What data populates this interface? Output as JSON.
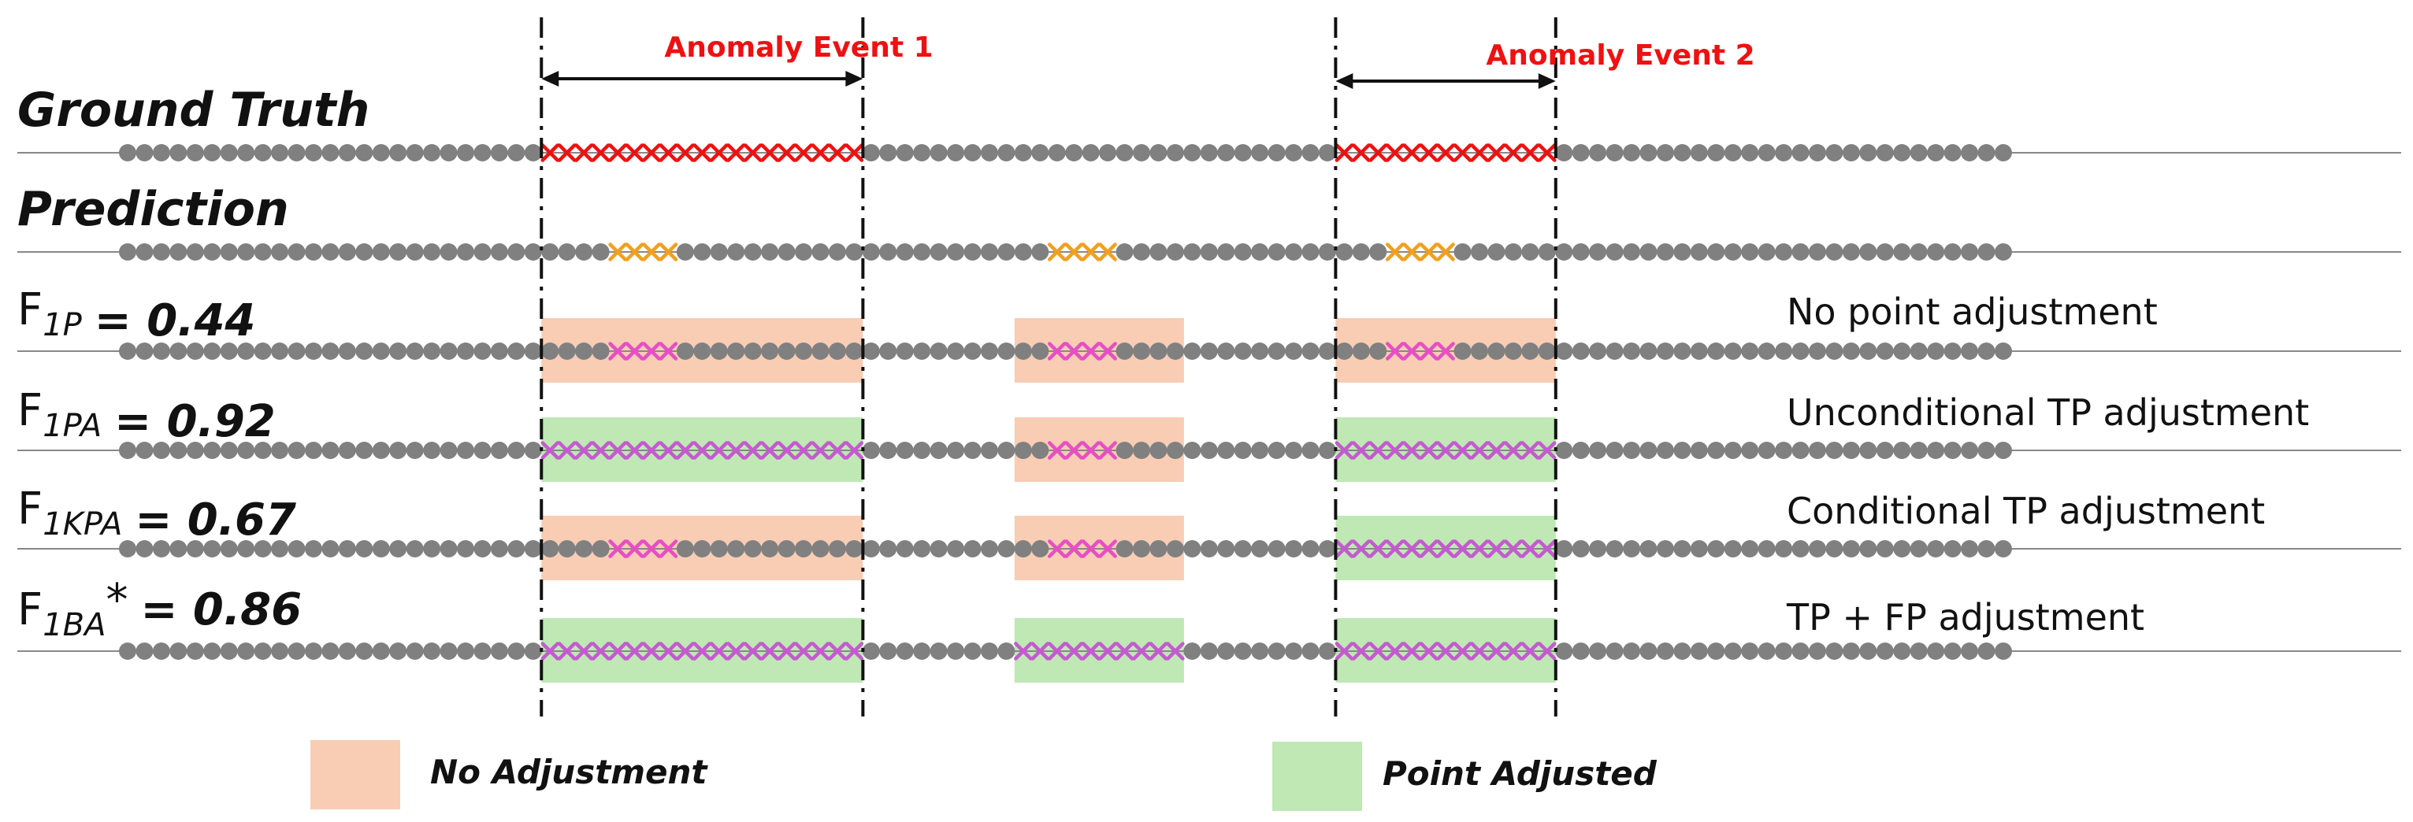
{
  "diagram": {
    "events": [
      {
        "label": "Anomaly Event 1",
        "start": 25,
        "end": 43
      },
      {
        "label": "Anomaly Event 2",
        "start": 72,
        "end": 84
      }
    ],
    "series_length": 112,
    "rows": [
      {
        "title": "Ground Truth",
        "marks": [
          {
            "from": 25,
            "to": 43,
            "color": "#ee1111"
          },
          {
            "from": 72,
            "to": 84,
            "color": "#ee1111"
          }
        ],
        "shades": []
      },
      {
        "title": "Prediction",
        "marks": [
          {
            "from": 29,
            "to": 32,
            "color": "#f0a020"
          },
          {
            "from": 55,
            "to": 58,
            "color": "#f0a020"
          },
          {
            "from": 75,
            "to": 78,
            "color": "#f0a020"
          }
        ],
        "shades": []
      },
      {
        "metric": "F",
        "subscript": "1P",
        "star": "",
        "value": "= 0.44",
        "desc": "No point adjustment",
        "marks": [
          {
            "from": 29,
            "to": 32,
            "color": "#e64fc4"
          },
          {
            "from": 55,
            "to": 58,
            "color": "#e64fc4"
          },
          {
            "from": 75,
            "to": 78,
            "color": "#e64fc4"
          }
        ],
        "shades": [
          {
            "from": 25,
            "to": 43,
            "kind": "none"
          },
          {
            "from": 53,
            "to": 62,
            "kind": "none"
          },
          {
            "from": 72,
            "to": 84,
            "kind": "none"
          }
        ]
      },
      {
        "metric": "F",
        "subscript": "1PA",
        "star": "",
        "value": "= 0.92",
        "desc": "Unconditional TP adjustment",
        "marks": [
          {
            "from": 25,
            "to": 43,
            "color": "#c55ad0"
          },
          {
            "from": 55,
            "to": 58,
            "color": "#e64fc4"
          },
          {
            "from": 72,
            "to": 84,
            "color": "#c55ad0"
          }
        ],
        "shades": [
          {
            "from": 25,
            "to": 43,
            "kind": "adjusted"
          },
          {
            "from": 53,
            "to": 62,
            "kind": "none"
          },
          {
            "from": 72,
            "to": 84,
            "kind": "adjusted"
          }
        ]
      },
      {
        "metric": "F",
        "subscript": "1KPA",
        "star": "",
        "value": "= 0.67",
        "desc": "Conditional TP adjustment",
        "marks": [
          {
            "from": 29,
            "to": 32,
            "color": "#e64fc4"
          },
          {
            "from": 55,
            "to": 58,
            "color": "#e64fc4"
          },
          {
            "from": 72,
            "to": 84,
            "color": "#c55ad0"
          }
        ],
        "shades": [
          {
            "from": 25,
            "to": 43,
            "kind": "none"
          },
          {
            "from": 53,
            "to": 62,
            "kind": "none"
          },
          {
            "from": 72,
            "to": 84,
            "kind": "adjusted"
          }
        ]
      },
      {
        "metric": "F",
        "subscript": "1BA",
        "star": "*",
        "value": "= 0.86",
        "desc": "TP + FP adjustment",
        "marks": [
          {
            "from": 25,
            "to": 43,
            "color": "#c55ad0"
          },
          {
            "from": 53,
            "to": 62,
            "color": "#c55ad0"
          },
          {
            "from": 72,
            "to": 84,
            "color": "#c55ad0"
          }
        ],
        "shades": [
          {
            "from": 25,
            "to": 43,
            "kind": "adjusted"
          },
          {
            "from": 53,
            "to": 62,
            "kind": "adjusted"
          },
          {
            "from": 72,
            "to": 84,
            "kind": "adjusted"
          }
        ]
      }
    ]
  },
  "legend": {
    "no_adjustment": "No Adjustment",
    "point_adjusted": "Point Adjusted"
  },
  "colors": {
    "dot": "#808080",
    "line": "#888888",
    "shade_none": "#f8cdb4",
    "shade_adjusted": "#bfe8b5",
    "event_arrow": "#111111",
    "event_label": "#ee1111"
  }
}
